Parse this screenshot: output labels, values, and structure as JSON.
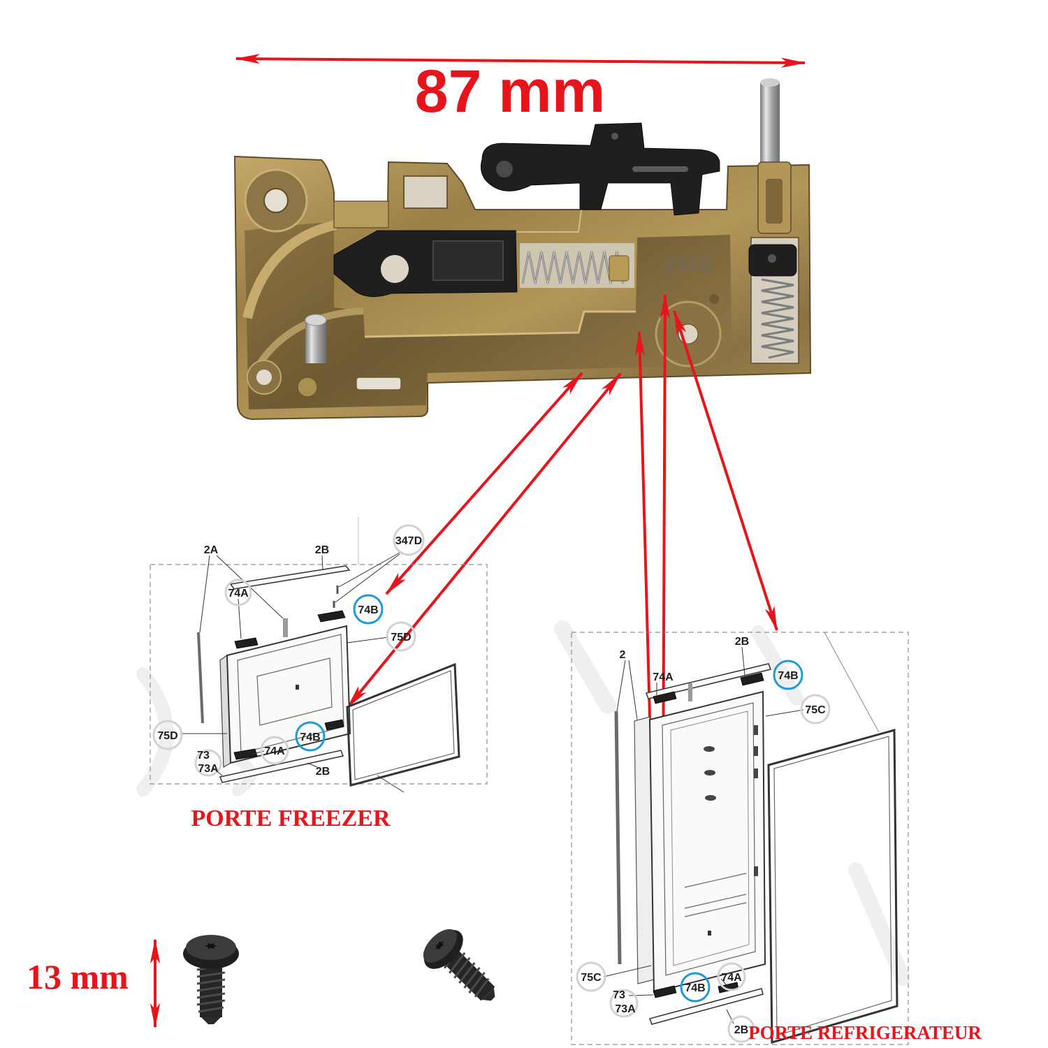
{
  "dimensions": {
    "width_label": "87 mm",
    "screw_label": "13 mm"
  },
  "part": {
    "engraving": "Z410"
  },
  "freezer": {
    "title": "PORTE FREEZER",
    "labels": [
      "2A",
      "2B",
      "347D",
      "74A",
      "74B",
      "75D",
      "75D",
      "73",
      "73A",
      "74A",
      "74B",
      "2B"
    ]
  },
  "fridge": {
    "title": "PORTE REFRIGERATEUR",
    "labels": [
      "2",
      "2B",
      "74A",
      "74B",
      "75C",
      "75C",
      "73",
      "73A",
      "74B",
      "74A",
      "2B"
    ]
  },
  "colors": {
    "arrow": "#e8141c",
    "title_text": "#e8141c",
    "highlight_circle": "#1f9ad6",
    "metal": "#a68a4e",
    "plastic": "#1f1f1f"
  }
}
